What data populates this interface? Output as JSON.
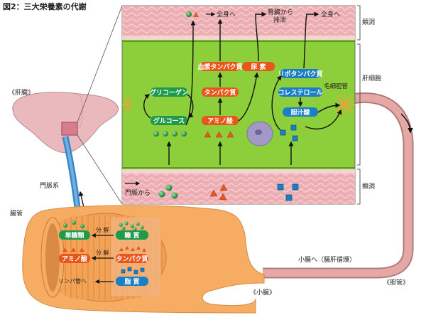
{
  "title": "図2：三大栄養素の代謝",
  "organs": {
    "liver": "《肝臓》",
    "portal_vein": "門脈系",
    "intestinal_tract": "腸管",
    "small_intestine": "《小腸》",
    "bile_duct": "《胆管》"
  },
  "side_labels": {
    "sinusoid_top": "類洞",
    "hepatocyte": "肝細胞",
    "sinusoid_bottom": "類洞"
  },
  "top_flow": {
    "to_body_1": "全身へ",
    "kidney_line1": "腎臓から",
    "kidney_line2": "排泄",
    "to_body_2": "全身へ"
  },
  "cell_boxes": {
    "glycogen": "グリコーゲン",
    "glucose": "グルコース",
    "plasma_protein": "血漿タンパク質",
    "protein": "タンパク質",
    "amino_acid": "アミノ酸",
    "urea": "尿 素",
    "lipoprotein": "リポタンパク質",
    "cholesterol": "コレステロール",
    "bile_acid": "胆汁酸",
    "bile_canaliculus": "毛細胆管"
  },
  "from_portal": "門脈から",
  "intestine": {
    "monosaccharide": "単糖類",
    "sugar": "糖 質",
    "amino_acid": "アミノ酸",
    "protein": "タンパク質",
    "lipid": "脂 質",
    "decompose_1": "分 解",
    "decompose_2": "分 解",
    "to_lymph": "リンパ管へ"
  },
  "enterohepatic": "小腸へ（腸肝循環）",
  "colors": {
    "green_box": "#1f9a4b",
    "orange_box": "#e8561c",
    "blue_box": "#1a7fc4",
    "cell_green": "#8ccf3a",
    "sinusoid_pink": "#e7a8ad",
    "liver_pink": "#e9b9be",
    "intestine_orange": "#f5a75c",
    "bile_brown": "#c98a8a"
  }
}
